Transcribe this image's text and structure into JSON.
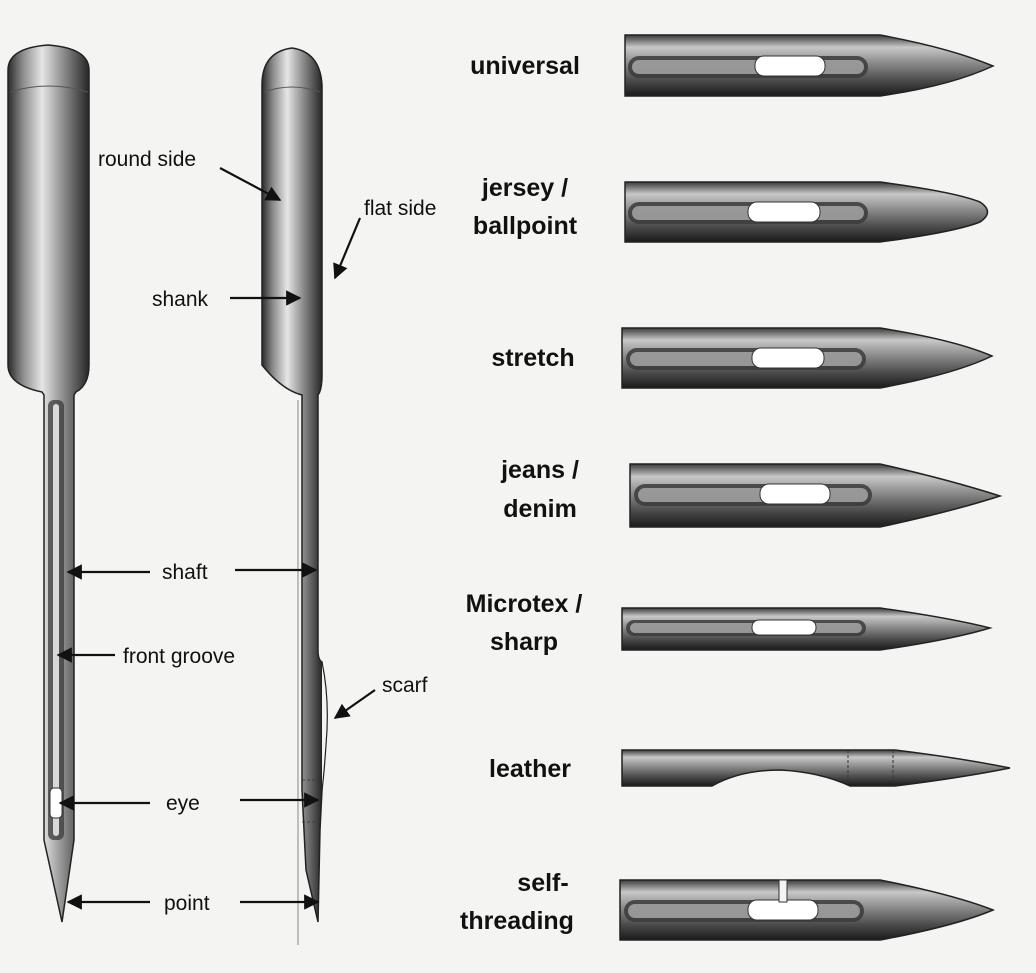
{
  "anatomy_labels": {
    "round_side": "round side",
    "flat_side": "flat side",
    "shank": "shank",
    "shaft": "shaft",
    "front_groove": "front groove",
    "scarf": "scarf",
    "eye": "eye",
    "point": "point"
  },
  "needle_types": [
    {
      "lines": [
        "universal"
      ]
    },
    {
      "lines": [
        "jersey /",
        "ballpoint"
      ]
    },
    {
      "lines": [
        "stretch"
      ]
    },
    {
      "lines": [
        "jeans /",
        "denim"
      ]
    },
    {
      "lines": [
        "Microtex /",
        "sharp"
      ]
    },
    {
      "lines": [
        "leather"
      ]
    },
    {
      "lines": [
        "self-",
        "threading"
      ]
    }
  ]
}
